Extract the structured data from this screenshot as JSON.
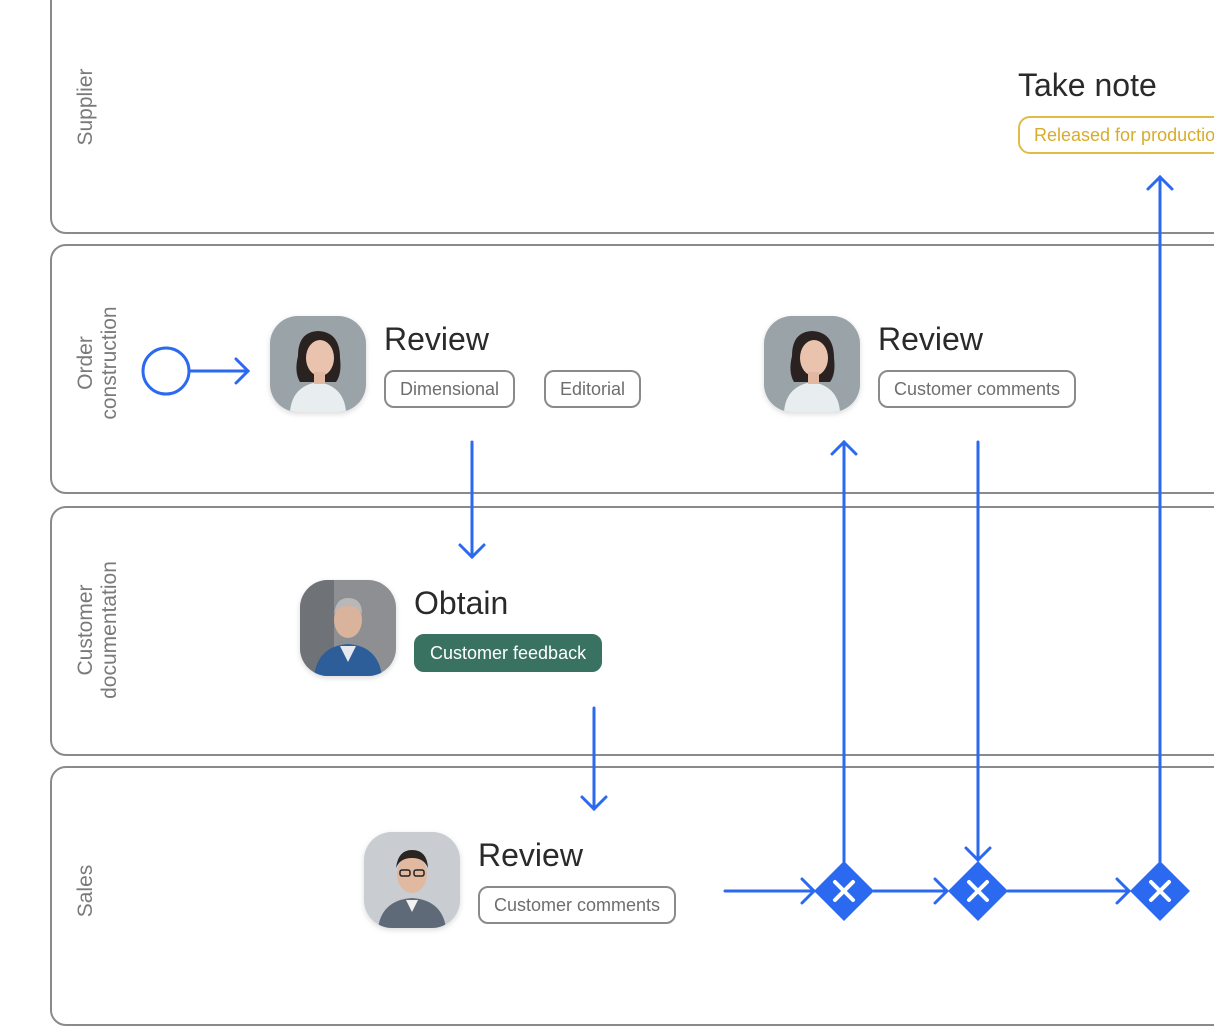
{
  "colors": {
    "flow": "#2b6af0",
    "lane_border": "#8a8a8a",
    "lane_text": "#7a7a7a",
    "chip_filled": "#3a7262",
    "chip_warning": "#d8ac2b"
  },
  "lanes": {
    "supplier": "Supplier",
    "order_construction": "Order\nconstruction",
    "customer_documentation": "Customer\ndocumentation",
    "sales": "Sales"
  },
  "tasks": {
    "review_1": {
      "title": "Review",
      "avatar": "woman-portrait",
      "chips": [
        "Dimensional",
        "Editorial"
      ]
    },
    "review_2": {
      "title": "Review",
      "avatar": "woman-portrait",
      "chips": [
        "Customer comments"
      ]
    },
    "obtain": {
      "title": "Obtain",
      "avatar": "man-grey-hair-portrait",
      "chips": [
        "Customer feedback"
      ]
    },
    "review_3": {
      "title": "Review",
      "avatar": "man-glasses-portrait",
      "chips": [
        "Customer comments"
      ]
    },
    "take_note": {
      "title": "Take note",
      "chips": [
        "Released for production"
      ]
    }
  },
  "icons": {
    "start_event": "circle-start-icon",
    "gateway": "exclusive-gateway-icon",
    "arrow": "arrow-icon"
  }
}
